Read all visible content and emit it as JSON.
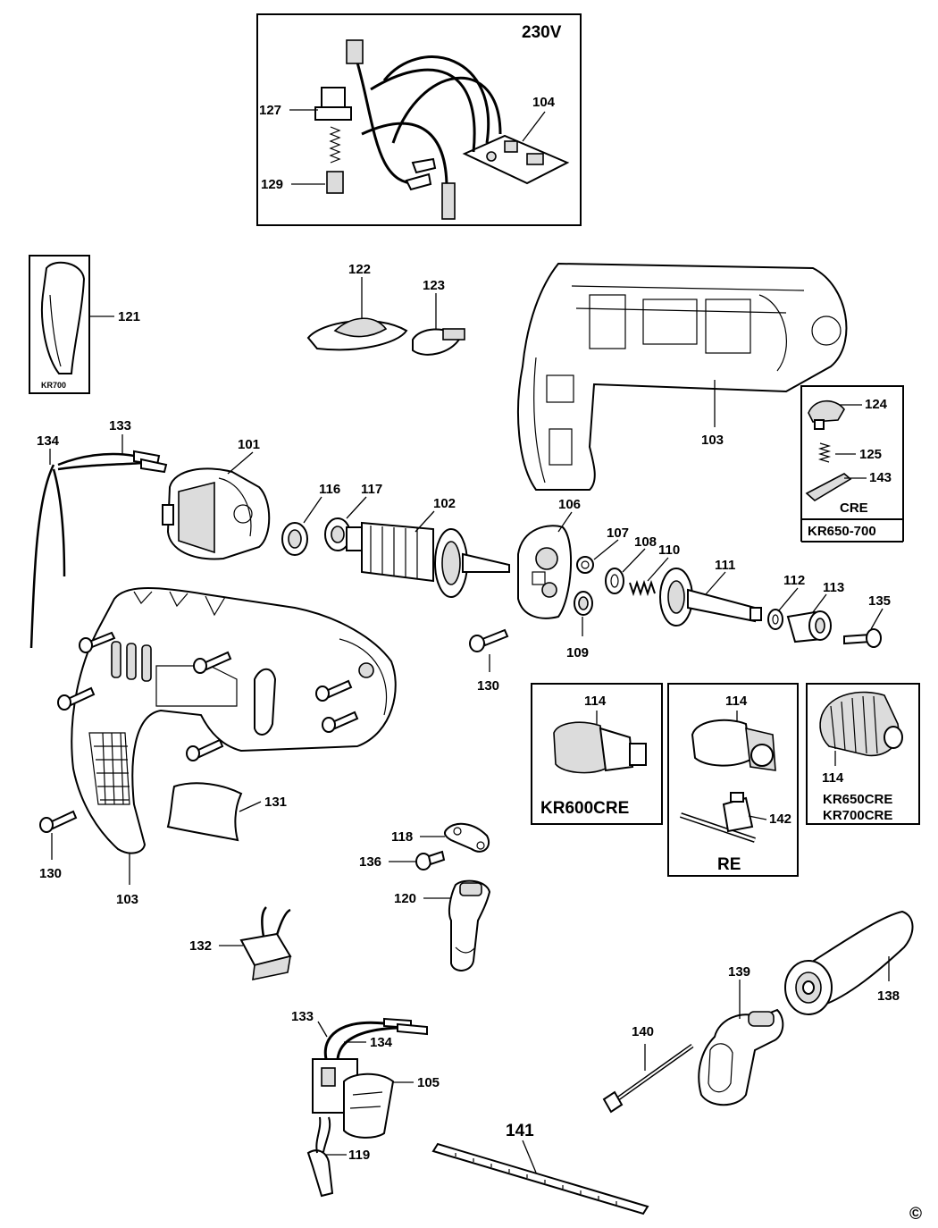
{
  "labels": {
    "p230v": "230V",
    "p104": "104",
    "p127": "127",
    "p129": "129",
    "p121": "121",
    "kr700": "KR700",
    "p122": "122",
    "p123": "123",
    "p103_top": "103",
    "p124": "124",
    "p125": "125",
    "p143": "143",
    "cre": "CRE",
    "kr650_700": "KR650-700",
    "p134_top": "134",
    "p133_top": "133",
    "p101": "101",
    "p116": "116",
    "p117": "117",
    "p102": "102",
    "p106": "106",
    "p107": "107",
    "p108": "108",
    "p110": "110",
    "p111": "111",
    "p112": "112",
    "p113": "113",
    "p135": "135",
    "p109": "109",
    "p130_mid": "130",
    "p114_a": "114",
    "kr600cre": "KR600CRE",
    "p114_b": "114",
    "p142": "142",
    "re": "RE",
    "p114_c": "114",
    "kr650cre": "KR650CRE",
    "kr700cre": "KR700CRE",
    "p131": "131",
    "p130_left": "130",
    "p103_bottom": "103",
    "p118": "118",
    "p136": "136",
    "p120": "120",
    "p132": "132",
    "p133_bottom": "133",
    "p134_bottom": "134",
    "p105": "105",
    "p119": "119",
    "p139": "139",
    "p138": "138",
    "p140": "140",
    "p141": "141",
    "copyright": "©"
  }
}
